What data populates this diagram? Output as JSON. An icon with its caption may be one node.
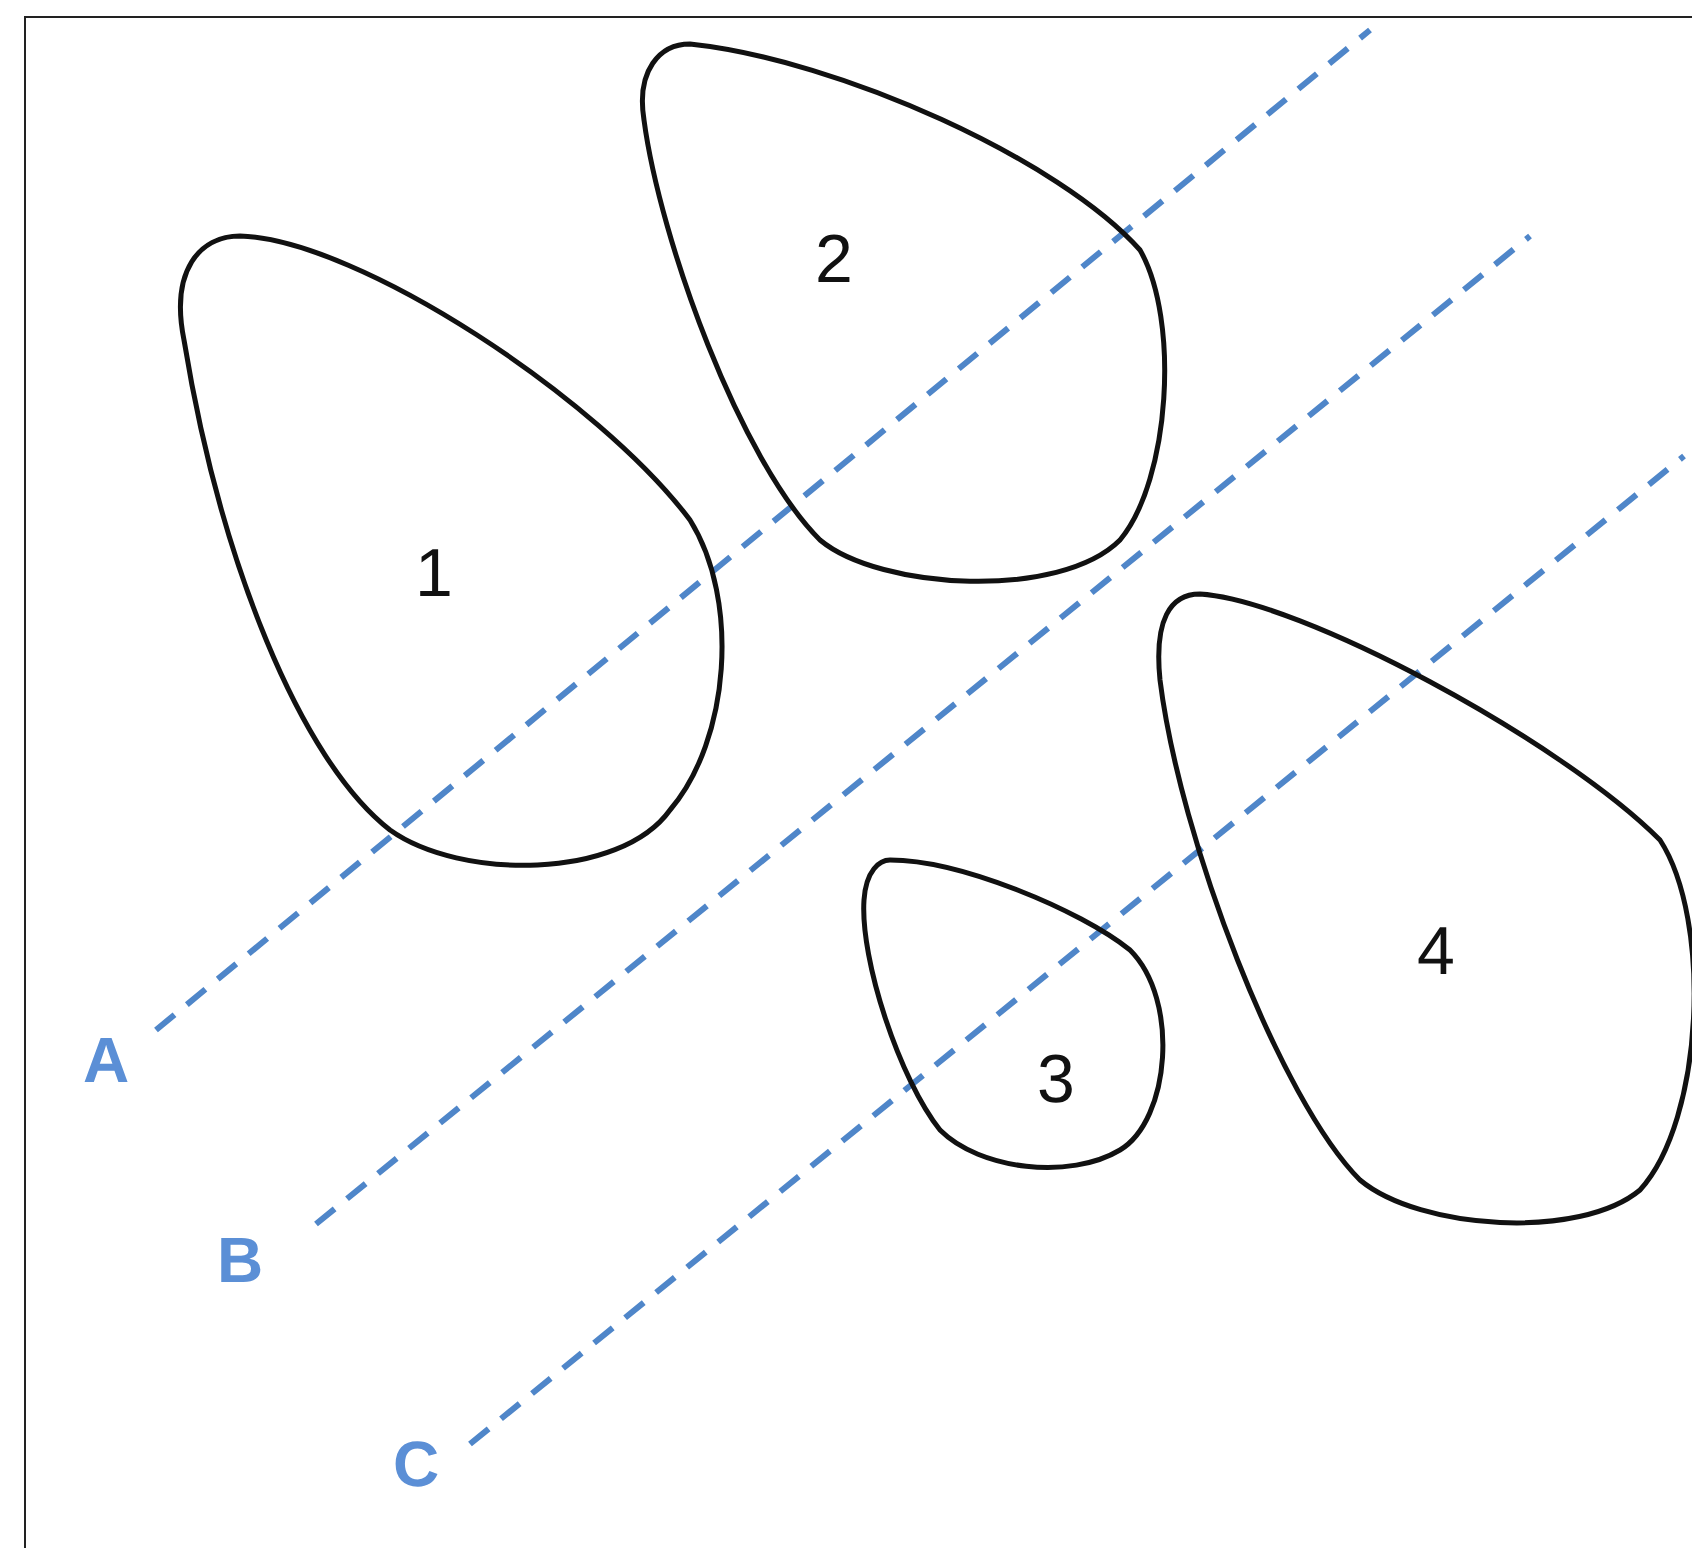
{
  "diagram": {
    "nodes": [
      {
        "text": [
          "1"
        ]
      },
      {
        "text": [
          "2"
        ]
      },
      {
        "text": [
          "3"
        ]
      },
      {
        "text": [
          "4"
        ]
      }
    ],
    "labels": [
      "A",
      "B",
      "C"
    ]
  }
}
